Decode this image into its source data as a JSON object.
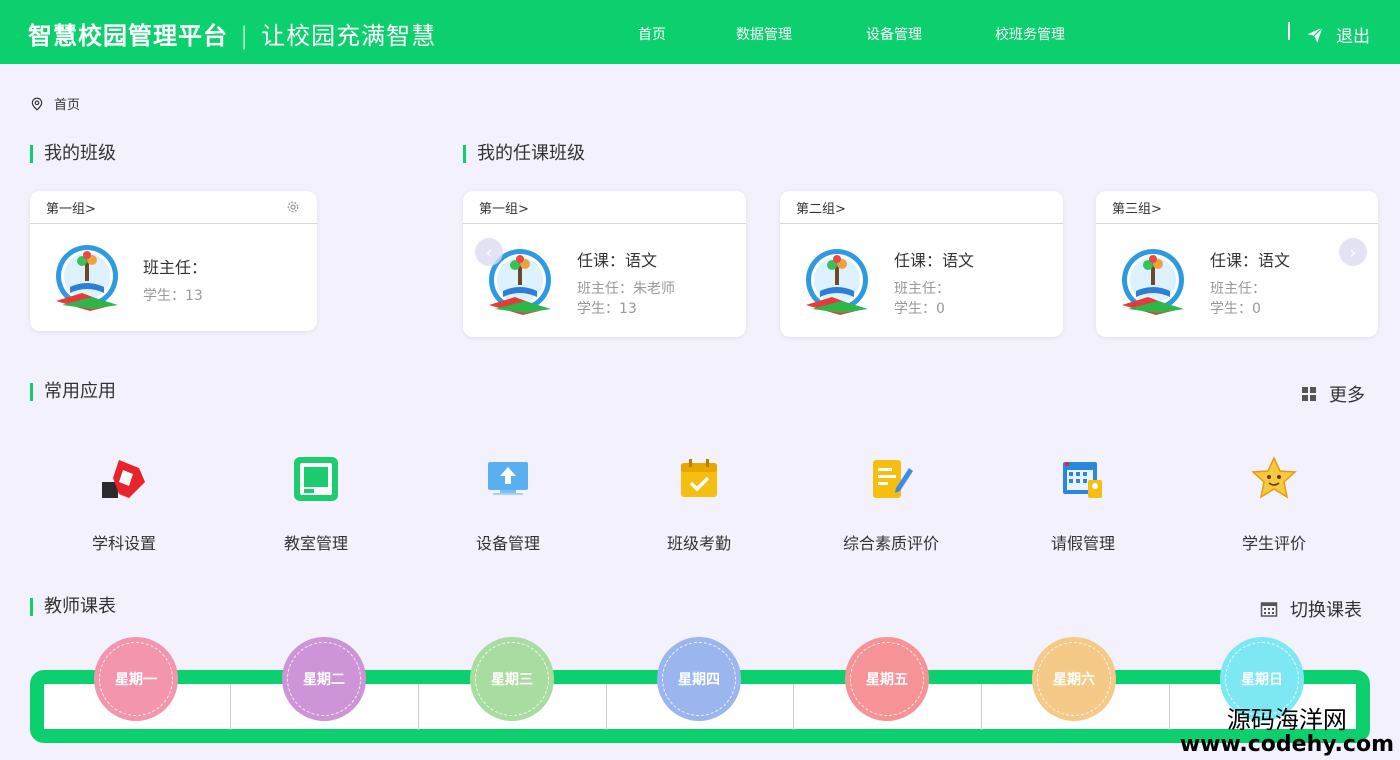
{
  "header": {
    "title": "智慧校园管理平台",
    "separator": "|",
    "slogan": "让校园充满智慧",
    "nav": [
      "首页",
      "数据管理",
      "设备管理",
      "校班务管理"
    ],
    "logout": "退出"
  },
  "breadcrumb": "首页",
  "my_class": {
    "title": "我的班级",
    "card": {
      "group": "第一组>",
      "teacher": "班主任：",
      "students": "学生：13"
    }
  },
  "teaching_classes": {
    "title": "我的任课班级",
    "cards": [
      {
        "group": "第一组>",
        "subject": "任课：语文",
        "head": "班主任：朱老师",
        "students": "学生：13"
      },
      {
        "group": "第二组>",
        "subject": "任课：语文",
        "head": "班主任：",
        "students": "学生：0"
      },
      {
        "group": "第三组>",
        "subject": "任课：语文",
        "head": "班主任：",
        "students": "学生：0"
      }
    ]
  },
  "apps": {
    "title": "常用应用",
    "more": "更多",
    "items": [
      {
        "label": "学科设置",
        "icon": "subject-settings-icon"
      },
      {
        "label": "教室管理",
        "icon": "classroom-icon"
      },
      {
        "label": "设备管理",
        "icon": "device-upload-icon"
      },
      {
        "label": "班级考勤",
        "icon": "attendance-icon"
      },
      {
        "label": "综合素质评价",
        "icon": "quality-evaluation-icon"
      },
      {
        "label": "请假管理",
        "icon": "leave-calendar-icon"
      },
      {
        "label": "学生评价",
        "icon": "star-icon"
      }
    ]
  },
  "timetable": {
    "title": "教师课表",
    "switch": "切换课表",
    "days": [
      {
        "label": "星期一",
        "color": "#f395ad"
      },
      {
        "label": "星期二",
        "color": "#cd94d7"
      },
      {
        "label": "星期三",
        "color": "#a9dca0"
      },
      {
        "label": "星期四",
        "color": "#9bb6ee"
      },
      {
        "label": "星期五",
        "color": "#f59397"
      },
      {
        "label": "星期六",
        "color": "#f5c987"
      },
      {
        "label": "星期日",
        "color": "#7de8f3"
      }
    ]
  },
  "colors": {
    "brand": "#0ccf6e",
    "background": "#f3f1fb"
  },
  "watermark": {
    "line1": "源码海洋网",
    "line2": "www.codehy.com"
  }
}
